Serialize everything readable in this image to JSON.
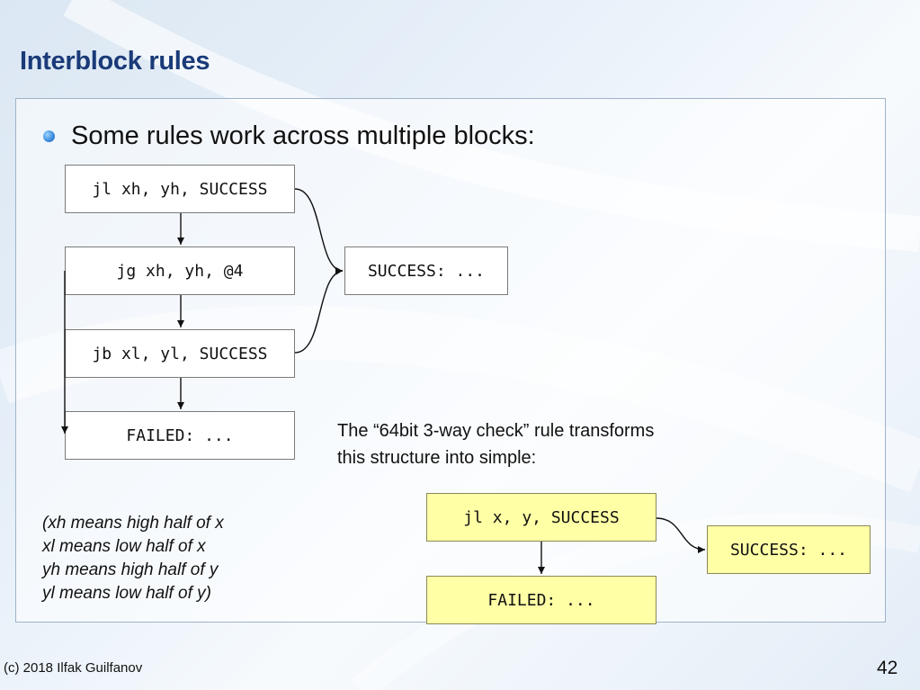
{
  "slide": {
    "title": "Interblock rules",
    "bullet": "Some rules work across multiple blocks:",
    "note_line1": "The “64bit 3-way check” rule transforms",
    "note_line2": "this structure into simple:",
    "legend": [
      "(xh means high half of x",
      "xl means low half of x",
      "yh means high half of y",
      "yl means low half of y)"
    ],
    "footer_copyright": "(c) 2018 Ilfak Guilfanov",
    "page_number": "42"
  },
  "before": {
    "block1": "jl xh, yh, SUCCESS",
    "block2": "jg xh, yh, @4",
    "block3": "jb xl, yl, SUCCESS",
    "failed": "FAILED: ...",
    "success": "SUCCESS: ..."
  },
  "after": {
    "block1": "jl x, y, SUCCESS",
    "failed": "FAILED: ...",
    "success": "SUCCESS: ..."
  },
  "colors": {
    "title": "#1a3a78",
    "yellow_box": "#ffffa6"
  }
}
